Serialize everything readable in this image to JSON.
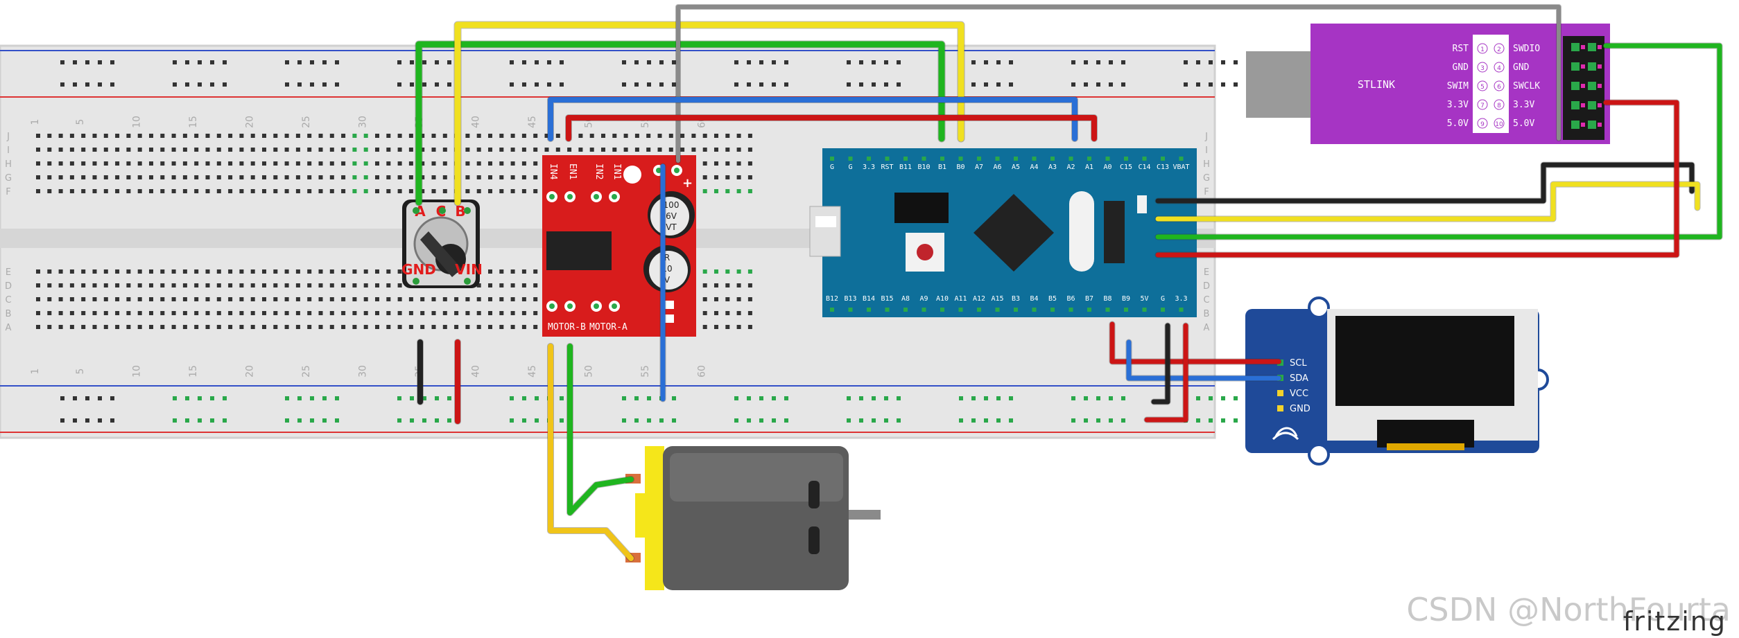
{
  "breadboard": {
    "col_numbers": [
      "1",
      "5",
      "10",
      "15",
      "20",
      "25",
      "30",
      "35",
      "40",
      "45",
      "50",
      "55",
      "60"
    ],
    "row_letters_top": [
      "J",
      "I",
      "H",
      "G",
      "F"
    ],
    "row_letters_bottom": [
      "E",
      "D",
      "C",
      "B",
      "A"
    ]
  },
  "potentiometer": {
    "pin_a": "A",
    "pin_c": "C",
    "pin_b": "B",
    "pin_gnd": "GND",
    "pin_vin": "VIN"
  },
  "motor_driver": {
    "pins_top": [
      "IN4",
      "EN1",
      "IN2",
      "IN1"
    ],
    "cap1": [
      "100",
      "6V",
      "VT"
    ],
    "cap2": [
      "R",
      "10",
      "V"
    ],
    "plus": "+",
    "motor_b": "MOTOR-B",
    "motor_a": "MOTOR-A"
  },
  "stm32": {
    "pins_top": [
      "G",
      "G",
      "3.3",
      "RST",
      "B11",
      "B10",
      "B1",
      "B0",
      "A7",
      "A6",
      "A5",
      "A4",
      "A3",
      "A2",
      "A1",
      "A0",
      "C15",
      "C14",
      "C13",
      "VBAT"
    ],
    "pins_bottom": [
      "B12",
      "B13",
      "B14",
      "B15",
      "A8",
      "A9",
      "A10",
      "A11",
      "A12",
      "A15",
      "B3",
      "B4",
      "B5",
      "B6",
      "B7",
      "B8",
      "B9",
      "5V",
      "G",
      "3.3"
    ]
  },
  "stlink": {
    "title": "STLINK",
    "left_labels": [
      "RST",
      "GND",
      "SWIM",
      "3.3V",
      "5.0V"
    ],
    "right_labels": [
      "SWDIO",
      "GND",
      "SWCLK",
      "3.3V",
      "5.0V"
    ],
    "pin_numbers": [
      [
        "1",
        "2"
      ],
      [
        "3",
        "4"
      ],
      [
        "5",
        "6"
      ],
      [
        "7",
        "8"
      ],
      [
        "9",
        "10"
      ]
    ]
  },
  "oled": {
    "pins": [
      "SCL",
      "SDA",
      "VCC",
      "GND"
    ]
  },
  "watermark": "CSDN @NorthFourta",
  "brand": "fritzing",
  "colors": {
    "board": "#e4e4e4",
    "rail_red": "#d33",
    "rail_blue": "#3350c8",
    "driver": "#d81c1c",
    "stm32": "#0e6f9a",
    "stlink": "#a634c4",
    "oled": "#1f4a99",
    "wire_green": "#1fb51f",
    "wire_yellow": "#f0e020",
    "wire_red": "#cc1515",
    "wire_blue": "#2a6fd6",
    "wire_black": "#222222",
    "wire_gray": "#8a8a8a",
    "motor_yellow": "#f5e61a"
  }
}
